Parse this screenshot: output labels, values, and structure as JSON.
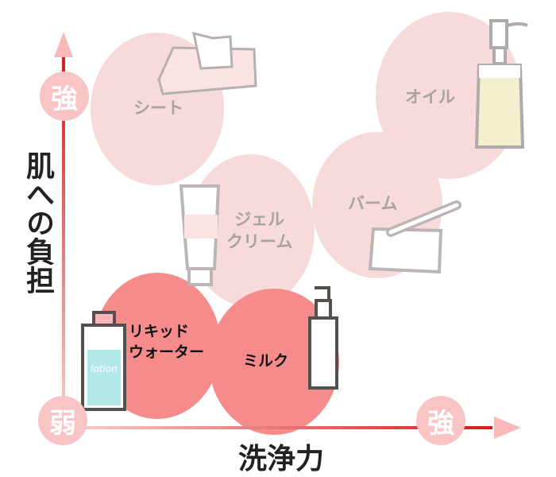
{
  "axes": {
    "y_label": "肌への負担",
    "x_label": "洗浄力",
    "y_high": "強",
    "origin": "弱",
    "x_high": "強"
  },
  "categories": [
    {
      "label": "シート",
      "emphasis": "faded",
      "color": "#f7dada"
    },
    {
      "label": "オイル",
      "emphasis": "faded",
      "color": "#f7dada"
    },
    {
      "label": "ジェル\nクリーム",
      "line1": "ジェル",
      "line2": "クリーム",
      "emphasis": "faded",
      "color": "#f7dada"
    },
    {
      "label": "バーム",
      "emphasis": "faded",
      "color": "#f7dada"
    },
    {
      "label": "リキッド\nウォーター",
      "line1": "リキッド",
      "line2": "ウォーター",
      "emphasis": "highlight",
      "color": "#f58b8b"
    },
    {
      "label": "ミルク",
      "emphasis": "highlight",
      "color": "#f58b8b"
    }
  ],
  "bottle_text": "lotion",
  "colors": {
    "axis_dark": "#d31c1c",
    "axis_light": "#fbc5c5",
    "badge": "#f9c4c4"
  }
}
